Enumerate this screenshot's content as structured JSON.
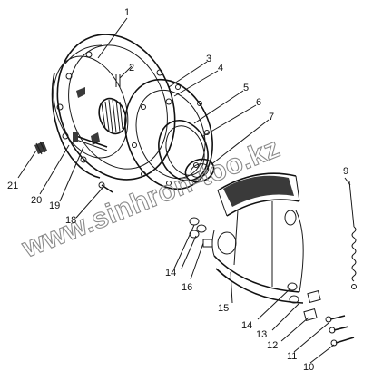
{
  "diagram": {
    "watermark": "www.sinhron-too.kz",
    "callouts": [
      {
        "id": "1",
        "text": "1"
      },
      {
        "id": "2",
        "text": "2"
      },
      {
        "id": "3",
        "text": "3"
      },
      {
        "id": "4",
        "text": "4"
      },
      {
        "id": "5",
        "text": "5"
      },
      {
        "id": "6",
        "text": "6"
      },
      {
        "id": "7",
        "text": "7"
      },
      {
        "id": "9",
        "text": "9"
      },
      {
        "id": "10",
        "text": "10"
      },
      {
        "id": "11",
        "text": "11"
      },
      {
        "id": "12",
        "text": "12"
      },
      {
        "id": "13",
        "text": "13"
      },
      {
        "id": "14a",
        "text": "14"
      },
      {
        "id": "14b",
        "text": "14"
      },
      {
        "id": "15",
        "text": "15"
      },
      {
        "id": "16",
        "text": "16"
      },
      {
        "id": "18",
        "text": "18"
      },
      {
        "id": "19",
        "text": "19"
      },
      {
        "id": "20",
        "text": "20"
      },
      {
        "id": "21",
        "text": "21"
      }
    ]
  }
}
